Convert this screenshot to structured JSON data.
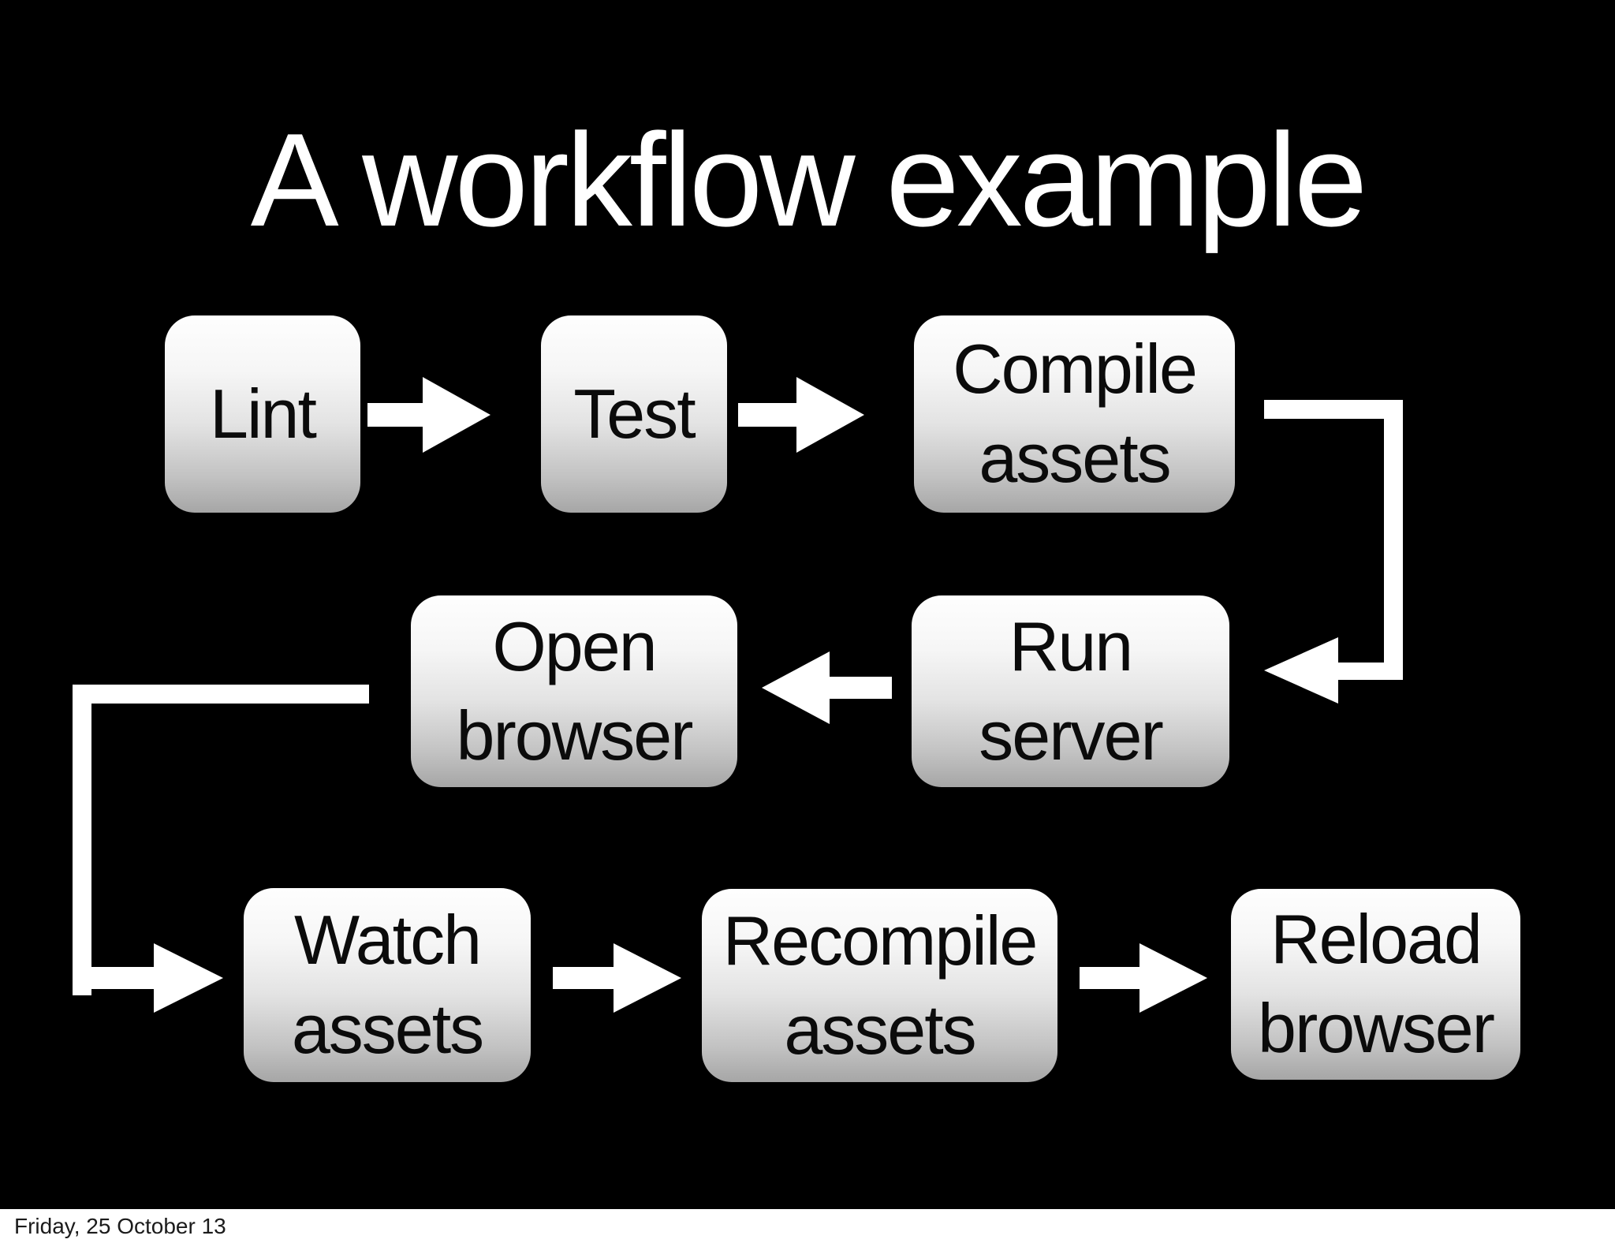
{
  "title": "A workflow example",
  "footer": {
    "date": "Friday, 25 October 13"
  },
  "colors": {
    "background": "#000000",
    "title_text": "#ffffff",
    "arrow": "#ffffff",
    "box_top": "#fefefe",
    "box_bottom": "#a6a6a6",
    "box_text": "#0b0b0b",
    "footer_bg": "#ffffff",
    "footer_text": "#1b1b1b"
  },
  "nodes": [
    {
      "id": "lint",
      "label": "Lint"
    },
    {
      "id": "test",
      "label": "Test"
    },
    {
      "id": "compile-assets",
      "label": "Compile assets"
    },
    {
      "id": "open-browser",
      "label": "Open browser"
    },
    {
      "id": "run-server",
      "label": "Run server"
    },
    {
      "id": "watch-assets",
      "label": "Watch assets"
    },
    {
      "id": "recompile-assets",
      "label": "Recompile assets"
    },
    {
      "id": "reload-browser",
      "label": "Reload browser"
    }
  ],
  "edges": [
    {
      "from": "lint",
      "to": "test"
    },
    {
      "from": "test",
      "to": "compile-assets"
    },
    {
      "from": "compile-assets",
      "to": "run-server"
    },
    {
      "from": "run-server",
      "to": "open-browser"
    },
    {
      "from": "open-browser",
      "to": "watch-assets"
    },
    {
      "from": "watch-assets",
      "to": "recompile-assets"
    },
    {
      "from": "recompile-assets",
      "to": "reload-browser"
    }
  ]
}
